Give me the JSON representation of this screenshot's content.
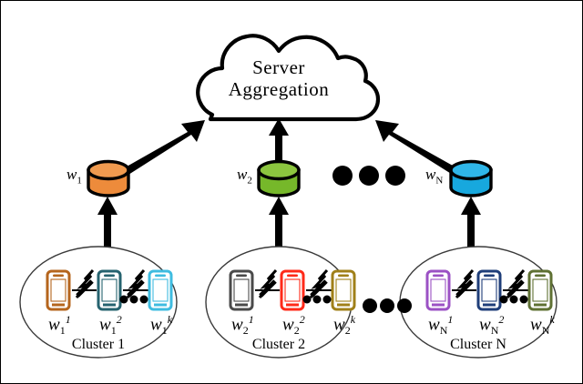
{
  "figure": {
    "title_lines": [
      "Server",
      "Aggregation"
    ],
    "background_color": "#ffffff",
    "stroke_color": "#000000"
  },
  "cloud": {
    "name": "server-aggregation-cloud",
    "line1": "Server",
    "line2": "Aggregation"
  },
  "servers": [
    {
      "label": "w",
      "sub": "1",
      "color": "#ED8B3B",
      "top_color": "#F09A4F"
    },
    {
      "label": "w",
      "sub": "2",
      "color": "#76B82A",
      "top_color": "#8CC63F"
    },
    {
      "label": "w",
      "sub": "N",
      "color": "#17A8DE",
      "top_color": "#2FB6E8"
    }
  ],
  "server_ellipsis": "● ● ●",
  "cluster_ellipsis": "● ● ●",
  "clusters": [
    {
      "name": "Cluster 1",
      "sub": "1",
      "inner_ellipsis": "●●●",
      "devices": [
        {
          "label": "w",
          "sub": "1",
          "sup": "1",
          "color": "#B5651D"
        },
        {
          "label": "w",
          "sub": "1",
          "sup": "2",
          "color": "#26636F"
        },
        {
          "label": "w",
          "sub": "1",
          "sup": "k",
          "color": "#3FBCE0"
        }
      ]
    },
    {
      "name": "Cluster 2",
      "sub": "2",
      "inner_ellipsis": "●●●",
      "devices": [
        {
          "label": "w",
          "sub": "2",
          "sup": "1",
          "color": "#4A4A4A"
        },
        {
          "label": "w",
          "sub": "2",
          "sup": "2",
          "color": "#FF2A19"
        },
        {
          "label": "w",
          "sub": "2",
          "sup": "k",
          "color": "#A08019"
        }
      ]
    },
    {
      "name": "Cluster N",
      "sub": "N",
      "inner_ellipsis": "●●●",
      "devices": [
        {
          "label": "w",
          "sub": "N",
          "sup": "1",
          "color": "#9B51C4"
        },
        {
          "label": "w",
          "sub": "N",
          "sup": "2",
          "color": "#1F3E79"
        },
        {
          "label": "w",
          "sub": "N",
          "sup": "k",
          "color": "#5F7133"
        }
      ]
    }
  ]
}
